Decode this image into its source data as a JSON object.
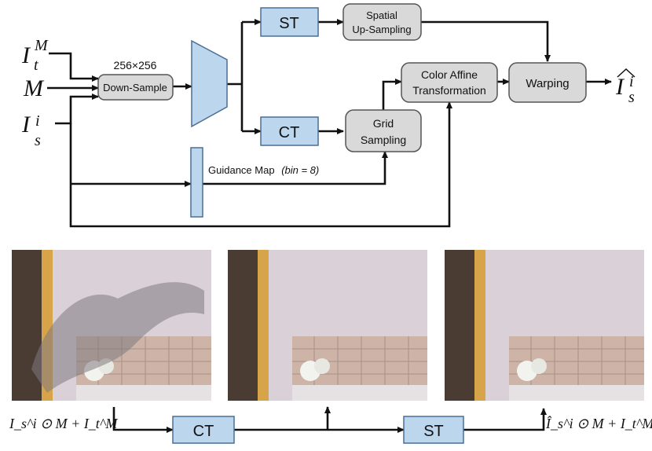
{
  "inputs": {
    "target_main": "I",
    "target_sub": "t",
    "target_sup": "M",
    "mask": "M",
    "source_main": "I",
    "source_sub": "s",
    "source_sup": "i"
  },
  "downsample": {
    "size_label": "256×256",
    "label": "Down-Sample"
  },
  "blocks": {
    "st": "ST",
    "ct": "CT",
    "spatial_line1": "Spatial",
    "spatial_line2": "Up-Sampling",
    "grid_line1": "Grid",
    "grid_line2": "Sampling",
    "color_line1": "Color Affine",
    "color_line2": "Transformation",
    "warping": "Warping"
  },
  "guidance": {
    "label": "Guidance Map",
    "bin": "(bin = 8)"
  },
  "output": {
    "main": "I",
    "sub": "s",
    "sup": "i"
  },
  "bottom": {
    "ct": "CT",
    "st": "ST",
    "left_formula": "I_s^i ⊙ M + I_t^M",
    "right_formula": "Î_s^i ⊙ M + I_t^M"
  },
  "colors": {
    "blue_fill": "#bcd6ee",
    "blue_stroke": "#4a6f93",
    "gray_fill": "#d9d9d9",
    "gray_stroke": "#555555"
  }
}
